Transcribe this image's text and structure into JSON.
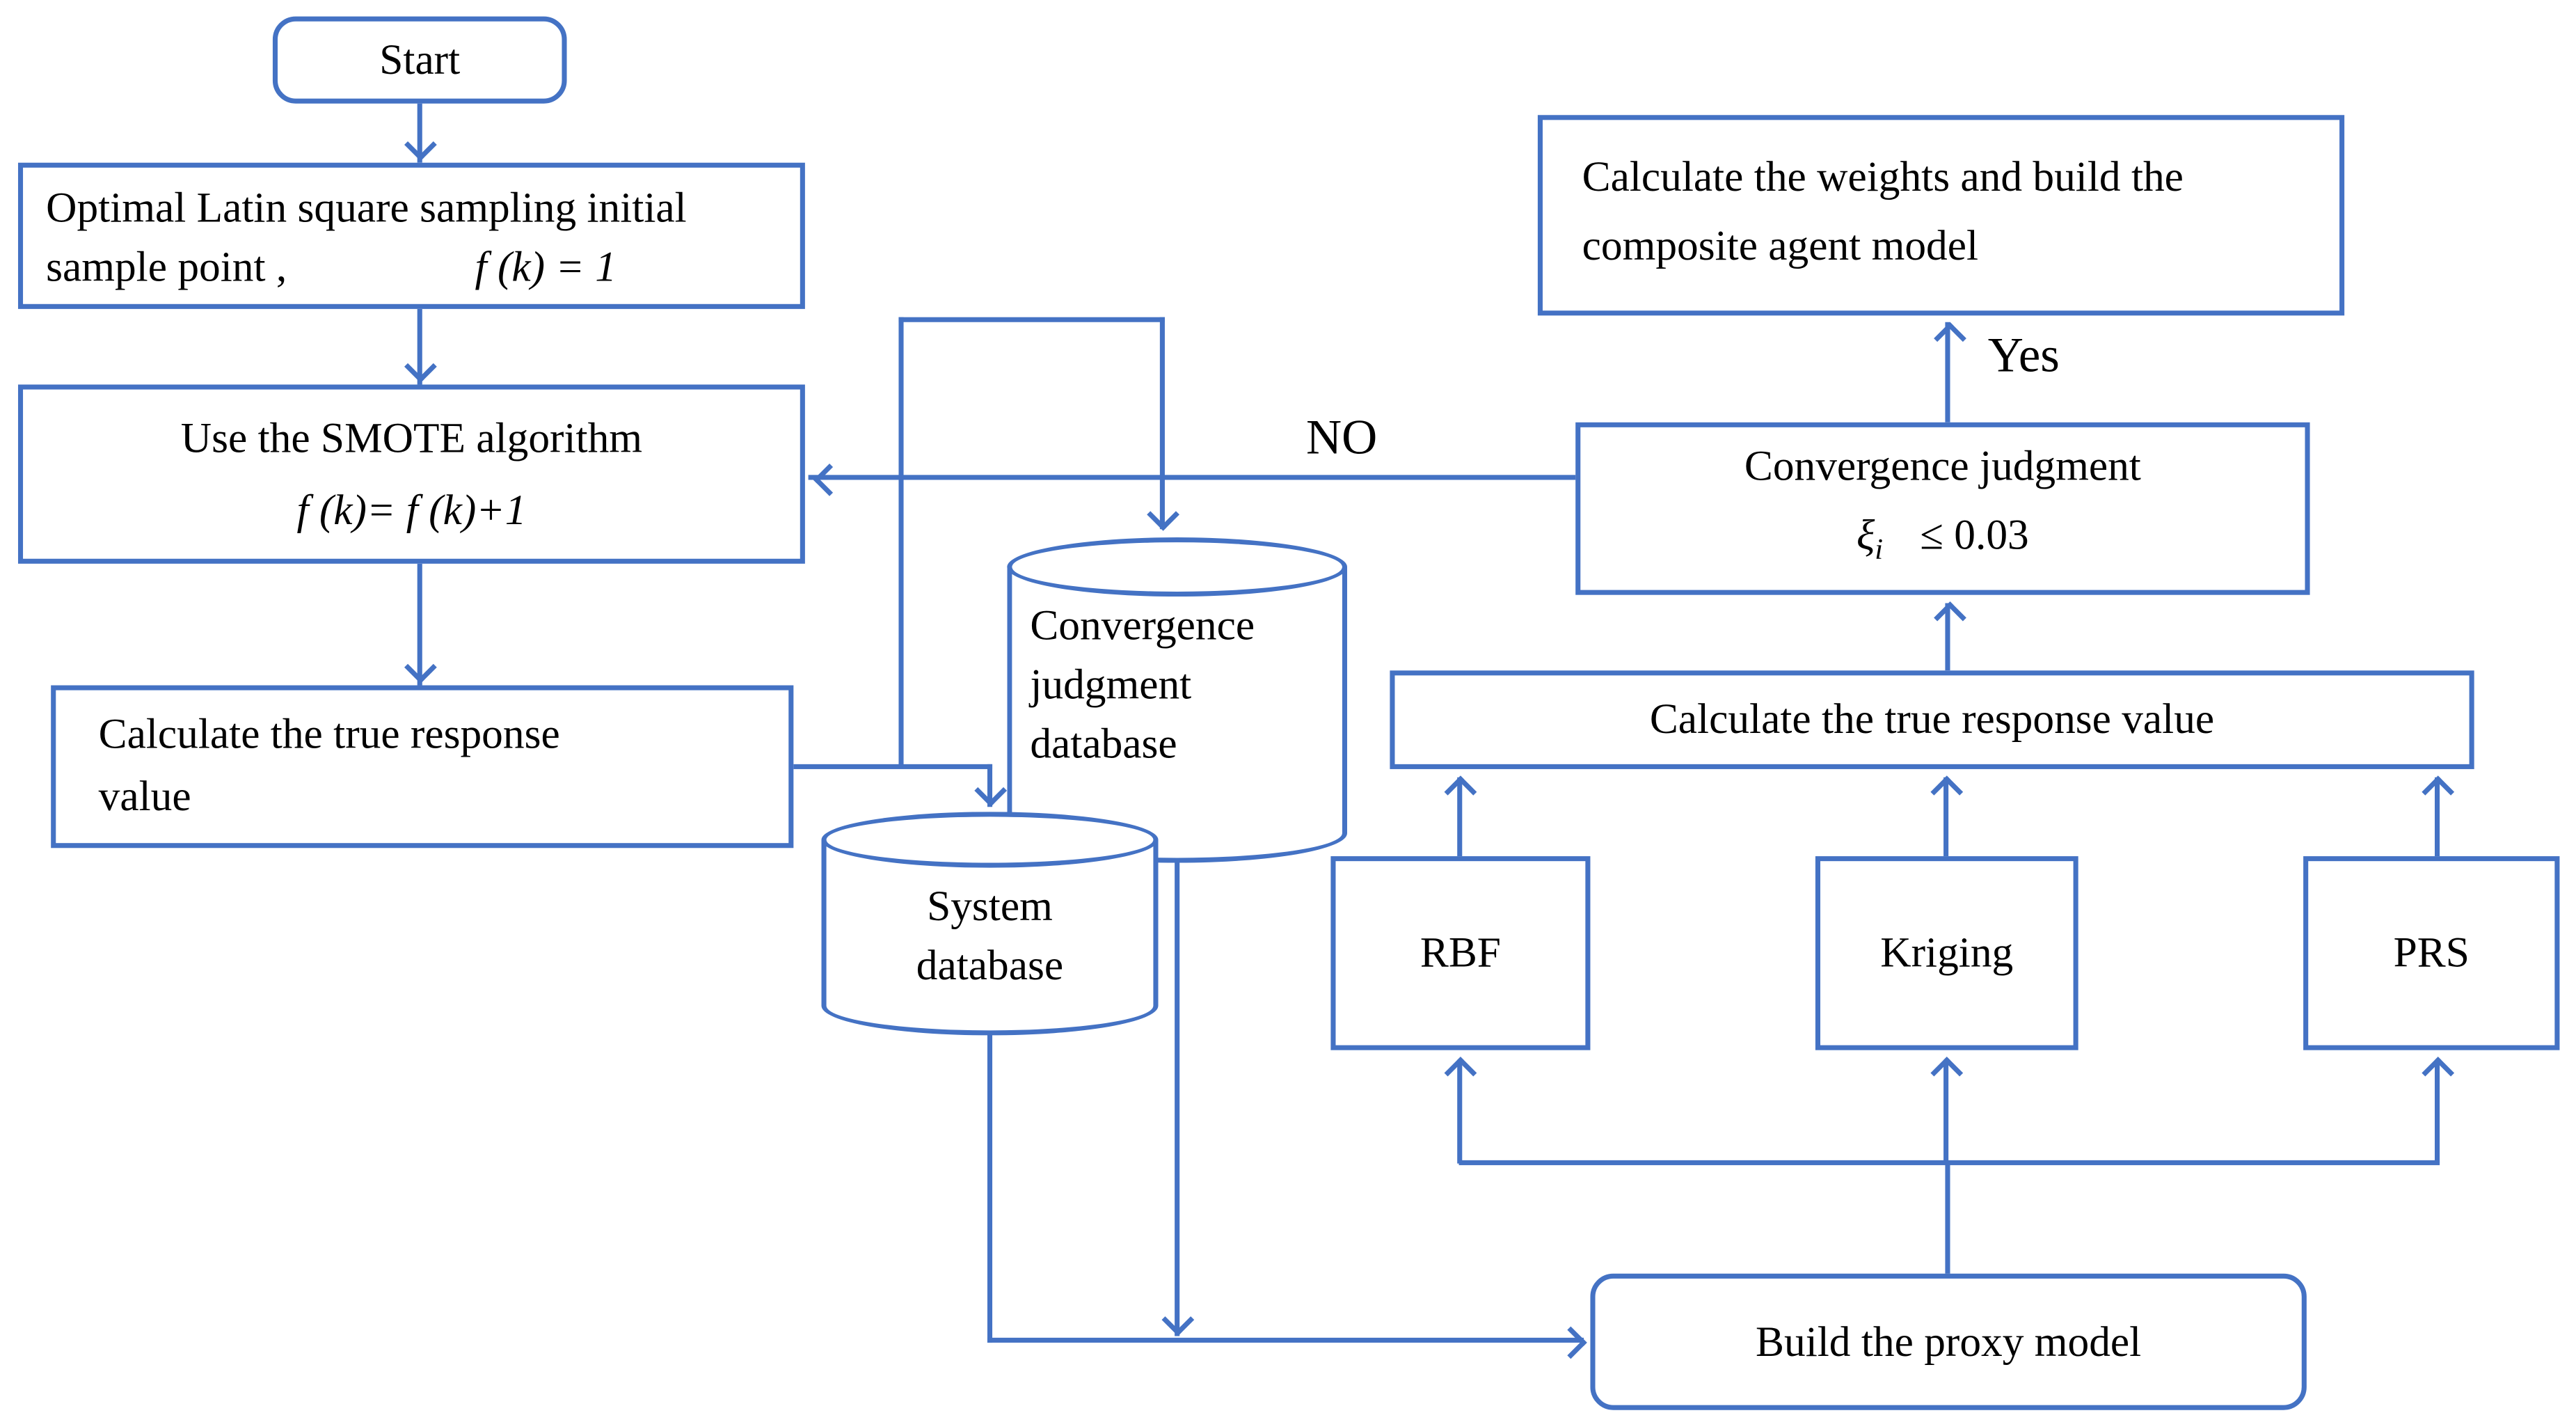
{
  "diagram": {
    "colors": {
      "accent": "#4472C4",
      "text": "#000000",
      "background": "#FFFFFF"
    },
    "nodes": {
      "start": {
        "label": "Start"
      },
      "latin": {
        "line1": "Optimal Latin square sampling initial",
        "line2": "sample point ,",
        "formula": "f (k) = 1"
      },
      "smote": {
        "line1": "Use the SMOTE algorithm",
        "formula": "f (k)= f (k)+1"
      },
      "calc_left": {
        "line1": "Calculate the true response",
        "line2": "value"
      },
      "conv_db": {
        "line1": "Convergence",
        "line2": "judgment",
        "line3": "database"
      },
      "system_db": {
        "line1": "System",
        "line2": "database"
      },
      "calc_weights": {
        "line1": "Calculate the weights and build the",
        "line2": "composite agent model"
      },
      "conv_judge": {
        "line1": "Convergence judgment",
        "formula_base": "ξ",
        "formula_sub": "i",
        "formula_rest": "≤ 0.03"
      },
      "calc_right": {
        "label": "Calculate the true response value"
      },
      "rbf": {
        "label": "RBF"
      },
      "kriging": {
        "label": "Kriging"
      },
      "prs": {
        "label": "PRS"
      },
      "build_proxy": {
        "label": "Build the proxy model"
      }
    },
    "edge_labels": {
      "yes": "Yes",
      "no": "NO"
    }
  }
}
